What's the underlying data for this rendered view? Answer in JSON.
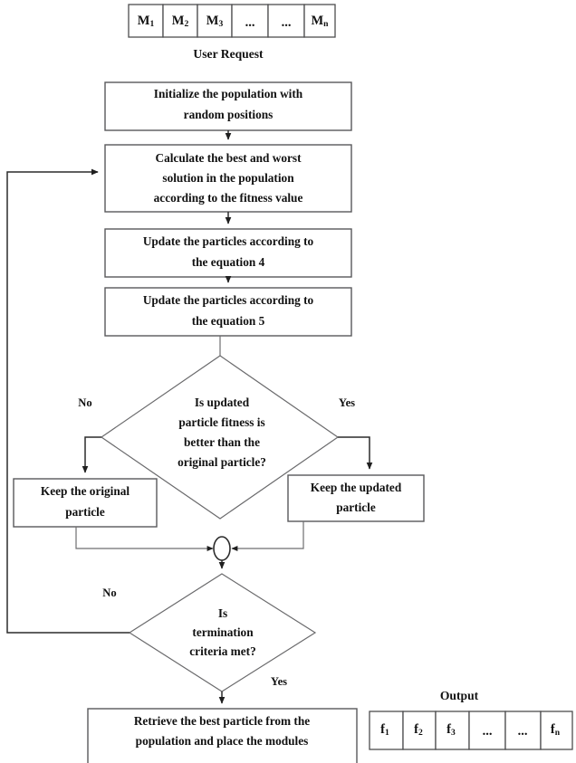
{
  "diagram": {
    "title": "Particle Swarm Optimization Module Placement Flowchart",
    "colors": {
      "background": "#ffffff",
      "stroke": "#2c2c2c",
      "box_stroke": "#59595b",
      "diamond_stroke": "#6a6a6c",
      "text": "#111111"
    }
  },
  "input_table": {
    "caption": "User Request",
    "cells": [
      {
        "base": "M",
        "sub": "1"
      },
      {
        "base": "M",
        "sub": "2"
      },
      {
        "base": "M",
        "sub": "3"
      },
      {
        "base": "...",
        "sub": ""
      },
      {
        "base": "...",
        "sub": ""
      },
      {
        "base": "M",
        "sub": "n"
      }
    ]
  },
  "output_table": {
    "caption": "Output",
    "cells": [
      {
        "base": "f",
        "sub": "1"
      },
      {
        "base": "f",
        "sub": "2"
      },
      {
        "base": "f",
        "sub": "3"
      },
      {
        "base": "...",
        "sub": ""
      },
      {
        "base": "...",
        "sub": ""
      },
      {
        "base": "f",
        "sub": "n"
      }
    ]
  },
  "process_nodes": {
    "initialize": {
      "line1": "Initialize the population with",
      "line2": "random positions"
    },
    "calculate": {
      "line1": "Calculate the best and worst",
      "line2": "solution in the population",
      "line3": "according to the fitness value"
    },
    "update_eq4": {
      "line1": "Update the particles according to",
      "line2": "the equation 4"
    },
    "update_eq5": {
      "line1": "Update the particles according to",
      "line2": "the equation 5"
    },
    "keep_original": {
      "line1": "Keep the original",
      "line2": "particle"
    },
    "keep_updated": {
      "line1": "Keep the updated",
      "line2": "particle"
    },
    "retrieve": {
      "line1": "Retrieve the best particle from the",
      "line2": "population and place the modules"
    }
  },
  "decision_nodes": {
    "fitness_check": {
      "line1": "Is updated",
      "line2": "particle fitness is",
      "line3": "better than the",
      "line4": "original particle?"
    },
    "termination_check": {
      "line1": "Is",
      "line2": "termination",
      "line3": "criteria met?"
    }
  },
  "branch_labels": {
    "fitness_no": "No",
    "fitness_yes": "Yes",
    "termination_no": "No",
    "termination_yes": "Yes"
  }
}
